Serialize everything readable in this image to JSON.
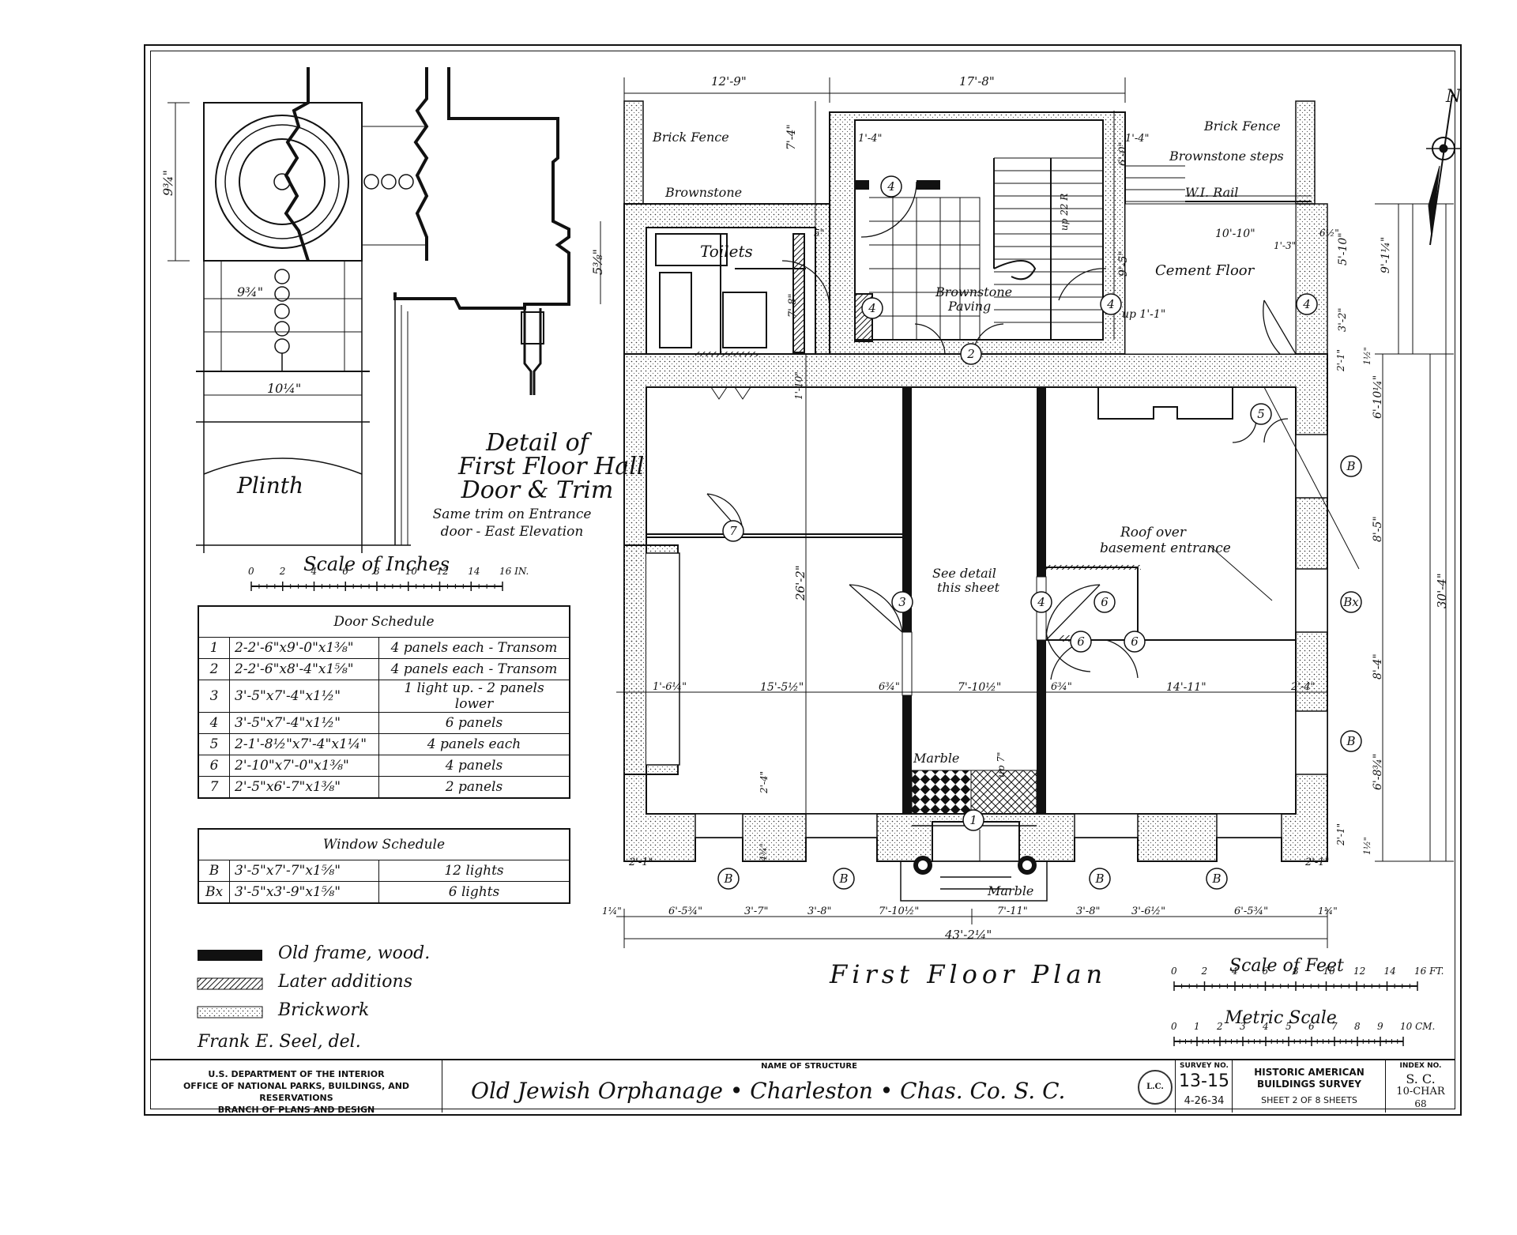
{
  "detail": {
    "title_lines": [
      "Detail of",
      "First Floor Hall",
      "Door & Trim"
    ],
    "note_lines": [
      "Same trim on Entrance",
      "door - East Elevation"
    ],
    "plinth_label": "Plinth",
    "dims": {
      "d1": "9¾\"",
      "d2": "9¾\"",
      "d3": "5⅜\"",
      "d4": "10¼\""
    }
  },
  "scale_inches": {
    "title": "Scale of Inches",
    "ticks": [
      "0",
      "2",
      "4",
      "6",
      "8",
      "10",
      "12",
      "14",
      "16 IN."
    ]
  },
  "door_schedule": {
    "title": "Door Schedule",
    "rows": [
      {
        "n": "1",
        "size": "2-2'-6\"x9'-0\"x1⅜\"",
        "desc": "4 panels each - Transom"
      },
      {
        "n": "2",
        "size": "2-2'-6\"x8'-4\"x1⅝\"",
        "desc": "4 panels each - Transom"
      },
      {
        "n": "3",
        "size": "3'-5\"x7'-4\"x1½\"",
        "desc": "1 light up. - 2 panels lower"
      },
      {
        "n": "4",
        "size": "3'-5\"x7'-4\"x1½\"",
        "desc": "6 panels"
      },
      {
        "n": "5",
        "size": "2-1'-8½\"x7'-4\"x1¼\"",
        "desc": "4 panels each"
      },
      {
        "n": "6",
        "size": "2'-10\"x7'-0\"x1⅜\"",
        "desc": "4 panels"
      },
      {
        "n": "7",
        "size": "2'-5\"x6'-7\"x1⅜\"",
        "desc": "2 panels"
      }
    ]
  },
  "window_schedule": {
    "title": "Window Schedule",
    "rows": [
      {
        "n": "B",
        "size": "3'-5\"x7'-7\"x1⅝\"",
        "desc": "12 lights"
      },
      {
        "n": "Bx",
        "size": "3'-5\"x3'-9\"x1⅝\"",
        "desc": "6 lights"
      }
    ]
  },
  "legend": [
    {
      "label": "Old frame, wood.",
      "style": "solid"
    },
    {
      "label": "Later additions",
      "style": "hatch"
    },
    {
      "label": "Brickwork",
      "style": "dots"
    }
  ],
  "draftsman": "Frank E. Seel, del.",
  "plan": {
    "title": "First Floor Plan",
    "labels": {
      "brick_fence_l": "Brick Fence",
      "brick_fence_r": "Brick Fence",
      "brownstone": "Brownstone",
      "brownstone_steps": "Brownstone steps",
      "wi_rail": "W.I. Rail",
      "toilets": "Toilets",
      "brownstone_paving_1": "Brownstone",
      "brownstone_paving_2": "Paving",
      "cement_floor": "Cement Floor",
      "up": "up 1'-1\"",
      "up22": "up 22 R",
      "roof_1": "Roof over",
      "roof_2": "basement entrance",
      "see_detail_1": "See detail",
      "see_detail_2": "this sheet",
      "marble_1": "Marble",
      "marble_2": "Marble",
      "north": "N"
    },
    "dims": {
      "top_a": "12'-9\"",
      "top_b": "17'-8\"",
      "d_7_4": "7'-4\"",
      "d_1_4a": "1'-4\"",
      "d_1_4b": "1'-4\"",
      "d_6_0": "6'-0\"",
      "d_10_10": "10'-10\"",
      "d_9_5": "9'-5\"",
      "d_5_10": "5'-10\"",
      "d_9_1": "9'-1¼\"",
      "d_1_3": "1'-3\"",
      "d_6_half": "6½\"",
      "d_3_2": "3'-2\"",
      "d_7_8": "7'-8\"",
      "d_5": "5\"",
      "d_2_1a": "2'-1\"",
      "d_1_half": "1½\"",
      "d_1_10": "1'-10\"",
      "d_6_10": "6'-10¼\"",
      "d_26_2": "26'-2\"",
      "d_8_5": "8'-5\"",
      "d_30_4": "30'-4\"",
      "d_8_4": "8'-4\"",
      "d_6_8": "6'-8¾\"",
      "d_2_1b": "2'-1\"",
      "d_1_half2": "1½\"",
      "row_a": "1'-6¼\"",
      "row_b": "15'-5½\"",
      "row_c": "6¾\"",
      "row_d": "7'-10½\"",
      "row_e": "6¾\"",
      "row_f": "14'-11\"",
      "row_g": "2'-4\"",
      "d_2_4": "2'-4\"",
      "d_4_3": "4¾\"",
      "d_2_1c": "2'-1\"",
      "d_2_1d": "2'-1\"",
      "bot_a": "1¼\"",
      "bot_b": "6'-5¾\"",
      "bot_c": "3'-7\"",
      "bot_d": "3'-8\"",
      "bot_e": "7'-10½\"",
      "bot_f": "7'-11\"",
      "bot_g": "3'-8\"",
      "bot_h": "3'-6½\"",
      "bot_i": "6'-5¾\"",
      "bot_j": "1¼\"",
      "overall": "43'-2¼\"",
      "up7": "up 7\""
    },
    "doors": {
      "d1": "1",
      "d2": "2",
      "d3": "3",
      "d4a": "4",
      "d4b": "4",
      "d4c": "4",
      "d4d": "4",
      "d4e": "4",
      "d5": "5",
      "d6a": "6",
      "d6b": "6",
      "d6c": "6",
      "d7": "7"
    },
    "windows": {
      "w1": "B",
      "w2": "B",
      "w3": "B",
      "w4": "B",
      "w5": "B",
      "w6": "B",
      "w7": "Bx"
    }
  },
  "scale_feet": {
    "title": "Scale of Feet",
    "ticks": [
      "0",
      "2",
      "4",
      "6",
      "8",
      "10",
      "12",
      "14",
      "16 FT."
    ]
  },
  "metric": {
    "title": "Metric Scale",
    "ticks": [
      "0",
      "1",
      "2",
      "3",
      "4",
      "5",
      "6",
      "7",
      "8",
      "9",
      "10 CM."
    ]
  },
  "title_block": {
    "dept_lines": [
      "U.S. DEPARTMENT OF THE INTERIOR",
      "OFFICE OF NATIONAL PARKS, BUILDINGS, AND RESERVATIONS",
      "BRANCH OF PLANS AND DESIGN"
    ],
    "name_caption": "NAME OF STRUCTURE",
    "structure": "Old Jewish Orphanage • Charleston • Chas. Co. S. C.",
    "stamp": "L.C.",
    "survey_caption": "SURVEY NO.",
    "survey_no": "13-15",
    "survey_date": "4-26-34",
    "habs_lines": [
      "HISTORIC AMERICAN",
      "BUILDINGS SURVEY"
    ],
    "sheet": "SHEET 2 OF 8 SHEETS",
    "index_caption": "INDEX NO.",
    "index_1": "S. C.",
    "index_2": "10-CHAR",
    "index_3": "68"
  }
}
